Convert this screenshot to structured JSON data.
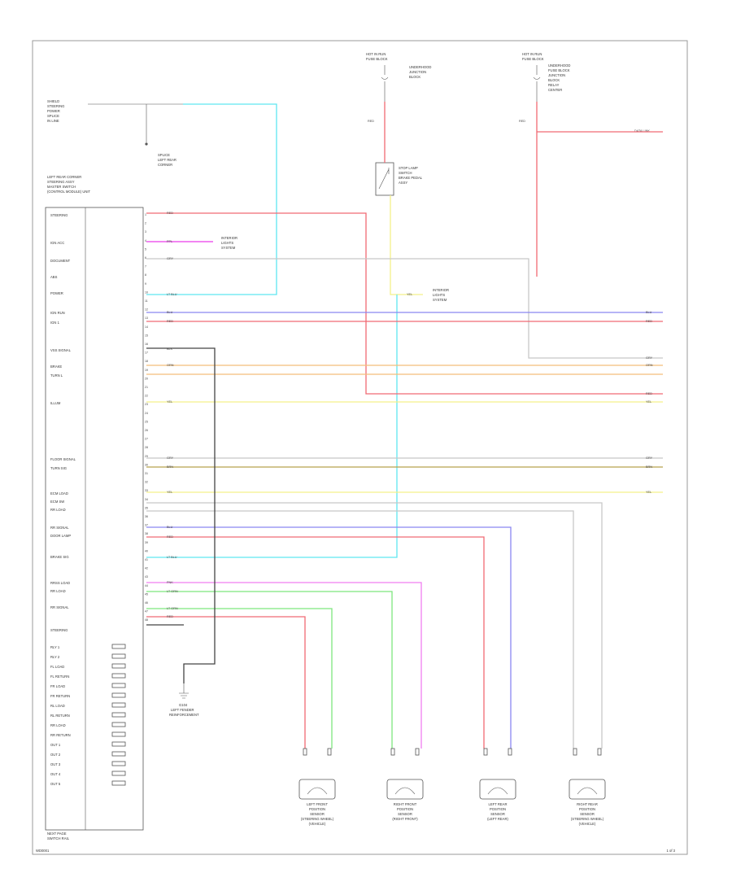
{
  "colors": {
    "red": "#f06a74",
    "magenta": "#e93ae9",
    "gray": "#c8c8c8",
    "cyan": "#5fe6f0",
    "blue": "#8a86f0",
    "orange": "#f4be7a",
    "yellow": "#f3f08a",
    "olive": "#b7a24e",
    "green": "#7ee67e",
    "pink": "#f07ef0",
    "black": "#444444"
  },
  "ecm": {
    "title_lines": [
      "LEFT REAR CORNER",
      "STEERING ASSY",
      "MASTER SWITCH",
      "(CONTROL MODULE) UNIT"
    ],
    "bottom_label": [
      "NEXT PAGE",
      "SWITCH RAIL"
    ],
    "left_labels": [
      "STEERING",
      "IGN ACC",
      "DOCUMENT",
      "ABS",
      "POWER",
      "IGN RUN",
      "IGN 1",
      "VSS SIGNAL",
      "BRAKE",
      "TURN L",
      "ILLUM",
      "FLOOR SIGNAL",
      "TURN SIG",
      "ECM LOAD",
      "ECM SW",
      "RR LOAD",
      "RR SIGNAL",
      "DOOR LAMP",
      "BRAKE SIG",
      "RRSS LOAD",
      "RR LOAD",
      "RR SIGNAL",
      "STEERING"
    ],
    "sub_labels": [
      "RLY 1",
      "RLY 2",
      "FL LOAD",
      "FL RETURN",
      "FR LOAD",
      "FR RETURN",
      "RL LOAD",
      "RL RETURN",
      "RR LOAD",
      "RR RETURN",
      "OUT 1",
      "OUT 2",
      "OUT 3",
      "OUT 4",
      "OUT 5"
    ]
  },
  "top_labels": {
    "left_connector": [
      "SHIELD",
      "STEERING",
      "POWER",
      "SPLICE",
      "IN LINE"
    ],
    "splice_below": [
      "SPLICE",
      "LEFT REAR",
      "CORNER"
    ],
    "fuse_center": [
      "HOT IN RUN",
      "FUSE BLOCK"
    ],
    "fuse_center_note": [
      "UNDERHOOD",
      "JUNCTION",
      "BLOCK"
    ],
    "fuse_right": [
      "HOT IN RUN",
      "FUSE BLOCK"
    ],
    "fuse_right_note": [
      "UNDERHOOD",
      "FUSE BLOCK",
      "JUNCTION",
      "BLOCK",
      "RELAY",
      "CENTER"
    ],
    "switch_center": [
      "STOP LAMP",
      "SWITCH",
      "BRAKE PEDAL",
      "ASSY"
    ],
    "mag_note": [
      "INTERIOR",
      "LIGHTS",
      "SYSTEM"
    ],
    "yel_note": [
      "INTERIOR",
      "LIGHTS",
      "SYSTEM"
    ],
    "ground_label": [
      "G104",
      "LEFT FENDER",
      "REINFORCEMENT"
    ],
    "right_wire_label": "DATA LINK"
  },
  "wire_labels": {
    "red": "RED",
    "magenta": "PPL",
    "gray": "GRY",
    "cyan": "LT BLU",
    "blue": "BLU",
    "orange": "ORN",
    "yellow": "YEL",
    "olive": "BRN",
    "green": "LT GRN",
    "pink": "PNK",
    "black": "BLK"
  },
  "sensors": [
    {
      "lines": [
        "LEFT FRONT",
        "POSITION",
        "SENSOR",
        "(STEERING WHEEL)",
        "(VEHICLE)"
      ]
    },
    {
      "lines": [
        "RIGHT FRONT",
        "POSITION",
        "SENSOR",
        "(RIGHT FRONT)"
      ]
    },
    {
      "lines": [
        "LEFT REAR",
        "POSITION",
        "SENSOR",
        "(LEFT REAR)"
      ]
    },
    {
      "lines": [
        "RIGHT REAR",
        "POSITION",
        "SENSOR",
        "(STEERING WHEEL)",
        "(VEHICLE)"
      ]
    }
  ],
  "page_ref": "1 of 3",
  "footnote": "WD0001"
}
